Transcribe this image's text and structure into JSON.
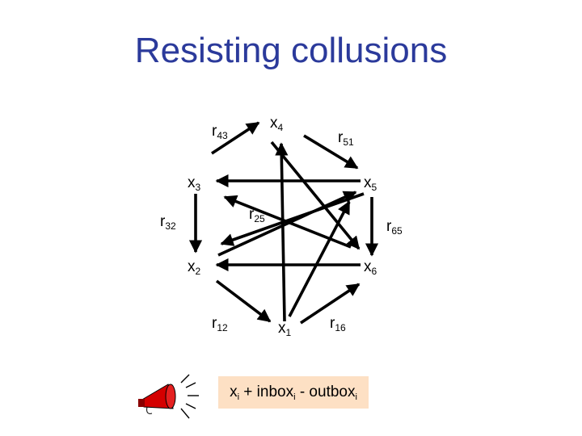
{
  "slide": {
    "title": "Resisting collusions"
  },
  "nodes": {
    "x4": {
      "main": "x",
      "sub": "4"
    },
    "x3": {
      "main": "x",
      "sub": "3"
    },
    "x5": {
      "main": "x",
      "sub": "5"
    },
    "x2": {
      "main": "x",
      "sub": "2"
    },
    "x6": {
      "main": "x",
      "sub": "6"
    },
    "x1": {
      "main": "x",
      "sub": "1"
    },
    "r43": {
      "main": "r",
      "sub": "43"
    },
    "r51": {
      "main": "r",
      "sub": "51"
    },
    "r25": {
      "main": "r",
      "sub": "25"
    },
    "r32": {
      "main": "r",
      "sub": "32"
    },
    "r65": {
      "main": "r",
      "sub": "65"
    },
    "r12": {
      "main": "r",
      "sub": "12"
    },
    "r16": {
      "main": "r",
      "sub": "16"
    }
  },
  "formula": {
    "t1": "x",
    "s1": "i",
    "t2": " + inbox",
    "s2": "i",
    "t3": " - outbox",
    "s3": "i"
  },
  "colors": {
    "title": "#2b3a9b",
    "edge": "#000000",
    "formula_bg": "#fde0c4",
    "megaphone": "#d40000"
  },
  "icons": {
    "megaphone": "megaphone-icon"
  }
}
